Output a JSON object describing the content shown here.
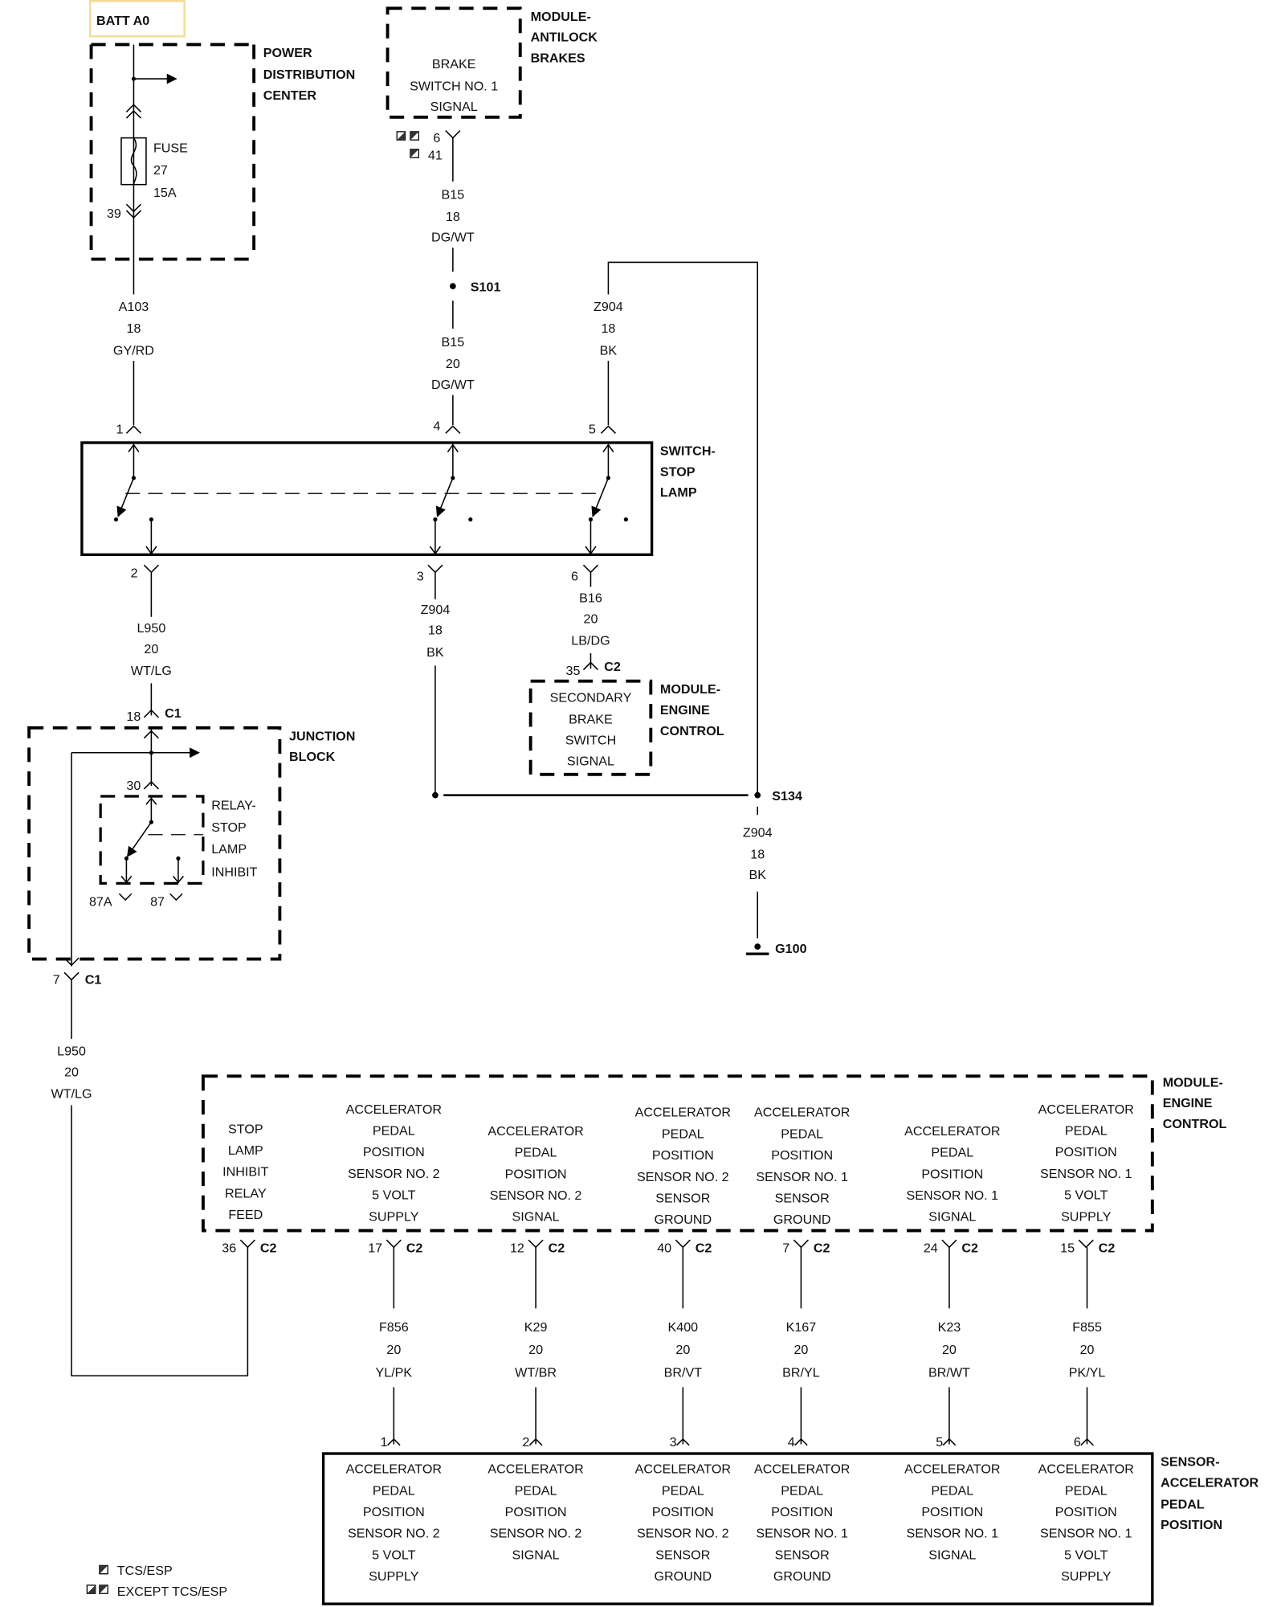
{
  "diagram_id": "815D4FD6",
  "battery": {
    "label": "BATT A0",
    "highlight_color": "#f3dc9a"
  },
  "components": {
    "pdc": {
      "name": [
        "POWER",
        "DISTRIBUTION",
        "CENTER"
      ],
      "fuse": [
        "FUSE",
        "27",
        "15A"
      ],
      "pin": "39"
    },
    "abs": {
      "name": [
        "MODULE-",
        "ANTILOCK",
        "BRAKES"
      ],
      "function": [
        "BRAKE",
        "SWITCH NO. 1",
        "SIGNAL"
      ],
      "pin_a": "6",
      "pin_b": "41"
    },
    "stop_switch": {
      "name": [
        "SWITCH-",
        "STOP",
        "LAMP"
      ],
      "pins_top": [
        "1",
        "4",
        "5"
      ],
      "pins_bottom": [
        "2",
        "3",
        "6"
      ]
    },
    "ecm_upper": {
      "name": [
        "MODULE-",
        "ENGINE",
        "CONTROL"
      ],
      "function": [
        "SECONDARY",
        "BRAKE",
        "SWITCH",
        "SIGNAL"
      ],
      "pin": "35",
      "connector": "C2"
    },
    "junction_block": {
      "name": [
        "JUNCTION",
        "BLOCK"
      ],
      "pin_in": "18",
      "pin_in_conn": "C1",
      "pin_out": "7",
      "pin_out_conn": "C1"
    },
    "relay": {
      "name": [
        "RELAY-",
        "STOP",
        "LAMP",
        "INHIBIT"
      ],
      "pin_30": "30",
      "pin_87a": "87A",
      "pin_87": "87"
    },
    "ecm_lower": {
      "name": [
        "MODULE-",
        "ENGINE",
        "CONTROL"
      ]
    },
    "app_sensor": {
      "name": [
        "SENSOR-",
        "ACCELERATOR",
        "PEDAL",
        "POSITION"
      ]
    }
  },
  "splices": {
    "s101": "S101",
    "s134": "S134",
    "g100": "G100"
  },
  "wires": {
    "a103": [
      "A103",
      "18",
      "GY/RD"
    ],
    "b15_18": [
      "B15",
      "18",
      "DG/WT"
    ],
    "b15_20": [
      "B15",
      "20",
      "DG/WT"
    ],
    "z904_top": [
      "Z904",
      "18",
      "BK"
    ],
    "l950_a": [
      "L950",
      "20",
      "WT/LG"
    ],
    "z904_mid": [
      "Z904",
      "18",
      "BK"
    ],
    "b16": [
      "B16",
      "20",
      "LB/DG"
    ],
    "z904_gnd": [
      "Z904",
      "18",
      "BK"
    ],
    "l950_b": [
      "L950",
      "20",
      "WT/LG"
    ]
  },
  "ecm_pins": [
    {
      "pin": "36",
      "conn": "C2",
      "lines": [
        "STOP",
        "LAMP",
        "INHIBIT",
        "RELAY",
        "FEED"
      ]
    },
    {
      "pin": "17",
      "conn": "C2",
      "lines": [
        "ACCELERATOR",
        "PEDAL",
        "POSITION",
        "SENSOR NO. 2",
        "5 VOLT",
        "SUPPLY"
      ]
    },
    {
      "pin": "12",
      "conn": "C2",
      "lines": [
        "ACCELERATOR",
        "PEDAL",
        "POSITION",
        "SENSOR NO. 2",
        "SIGNAL"
      ]
    },
    {
      "pin": "40",
      "conn": "C2",
      "lines": [
        "ACCELERATOR",
        "PEDAL",
        "POSITION",
        "SENSOR NO. 2",
        "SENSOR",
        "GROUND"
      ]
    },
    {
      "pin": "7",
      "conn": "C2",
      "lines": [
        "ACCELERATOR",
        "PEDAL",
        "POSITION",
        "SENSOR NO. 1",
        "SENSOR",
        "GROUND"
      ]
    },
    {
      "pin": "24",
      "conn": "C2",
      "lines": [
        "ACCELERATOR",
        "PEDAL",
        "POSITION",
        "SENSOR NO. 1",
        "SIGNAL"
      ]
    },
    {
      "pin": "15",
      "conn": "C2",
      "lines": [
        "ACCELERATOR",
        "PEDAL",
        "POSITION",
        "SENSOR NO. 1",
        "5 VOLT",
        "SUPPLY"
      ]
    }
  ],
  "sensor_wires": [
    {
      "circuit": "F856",
      "gauge": "20",
      "color": "YL/PK",
      "sensor_pin": "1",
      "lines": [
        "ACCELERATOR",
        "PEDAL",
        "POSITION",
        "SENSOR NO. 2",
        "5 VOLT",
        "SUPPLY"
      ]
    },
    {
      "circuit": "K29",
      "gauge": "20",
      "color": "WT/BR",
      "sensor_pin": "2",
      "lines": [
        "ACCELERATOR",
        "PEDAL",
        "POSITION",
        "SENSOR NO. 2",
        "SIGNAL"
      ]
    },
    {
      "circuit": "K400",
      "gauge": "20",
      "color": "BR/VT",
      "sensor_pin": "3",
      "lines": [
        "ACCELERATOR",
        "PEDAL",
        "POSITION",
        "SENSOR NO. 2",
        "SENSOR",
        "GROUND"
      ]
    },
    {
      "circuit": "K167",
      "gauge": "20",
      "color": "BR/YL",
      "sensor_pin": "4",
      "lines": [
        "ACCELERATOR",
        "PEDAL",
        "POSITION",
        "SENSOR NO. 1",
        "SENSOR",
        "GROUND"
      ]
    },
    {
      "circuit": "K23",
      "gauge": "20",
      "color": "BR/WT",
      "sensor_pin": "5",
      "lines": [
        "ACCELERATOR",
        "PEDAL",
        "POSITION",
        "SENSOR NO. 1",
        "SIGNAL"
      ]
    },
    {
      "circuit": "F855",
      "gauge": "20",
      "color": "PK/YL",
      "sensor_pin": "6",
      "lines": [
        "ACCELERATOR",
        "PEDAL",
        "POSITION",
        "SENSOR NO. 1",
        "5 VOLT",
        "SUPPLY"
      ]
    }
  ],
  "legend": [
    {
      "icon": "tcs-esp-icon",
      "label": "TCS/ESP"
    },
    {
      "icon": "except-tcs-esp-icon",
      "label": "EXCEPT TCS/ESP"
    }
  ]
}
